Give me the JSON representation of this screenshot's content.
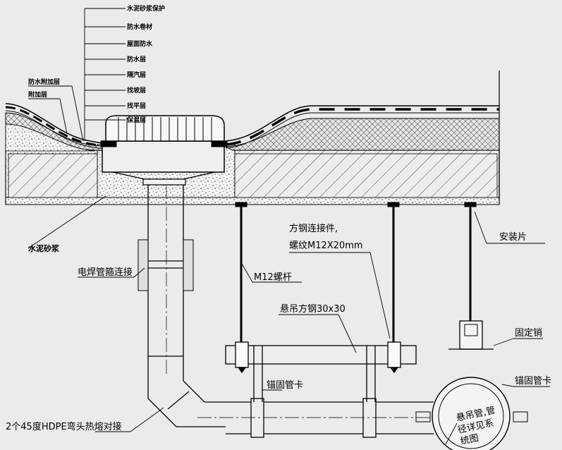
{
  "top_labels": [
    "水泥砂浆保护",
    "防水卷材",
    "屋面防水",
    "防水层",
    "隔汽层",
    "找坡层",
    "找平层",
    "保温层"
  ],
  "left_labels": [
    "防水附加层",
    "附加层"
  ],
  "labels": {
    "cement_mortar": "水泥砂浆",
    "electro_fusion": "电焊管箍连接",
    "m12_rod": "M12螺杆",
    "connector_line1": "方钢连接件,",
    "connector_line2": "螺纹M12X20mm",
    "square_steel": "悬吊方钢30x30",
    "mounting_plate": "安装片",
    "fixing_pin": "固定销",
    "anchor_clamp_right": "锚固管卡",
    "anchor_clamp_mid": "锚固管卡",
    "elbow": "2个45度HDPE弯头热熔对接",
    "pipe_detail_1": "悬吊管,管",
    "pipe_detail_2": "径详见系",
    "pipe_detail_3": "统图"
  }
}
